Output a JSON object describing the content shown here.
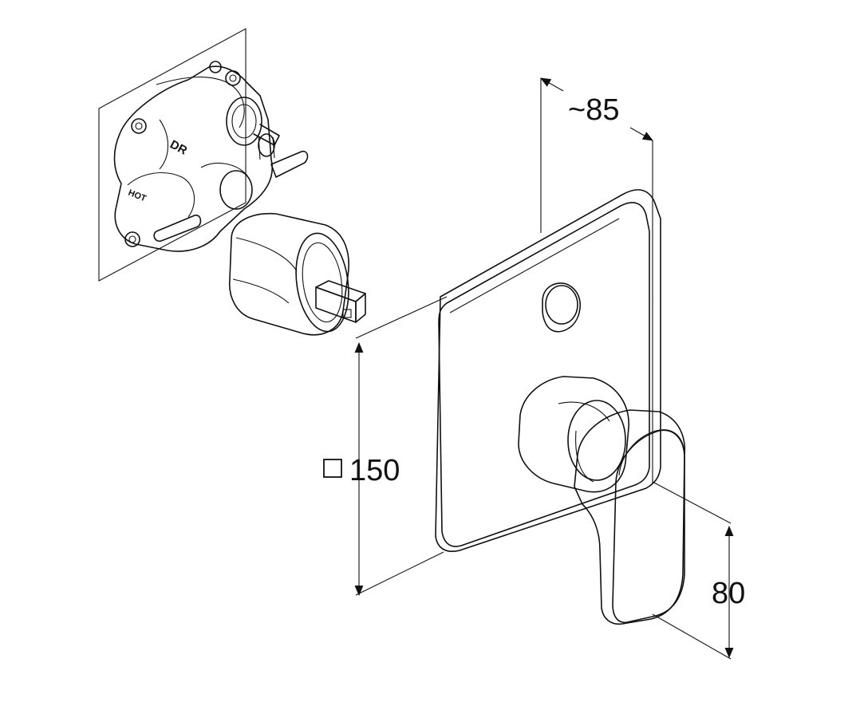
{
  "dimensions": {
    "depth": "~85",
    "plate_size": "150",
    "plate_size_symbol": "square",
    "handle_length": "80"
  },
  "valve_body_markings": {
    "top": "DR",
    "side": "HOT"
  },
  "colors": {
    "line": "#111111",
    "background": "#ffffff"
  }
}
